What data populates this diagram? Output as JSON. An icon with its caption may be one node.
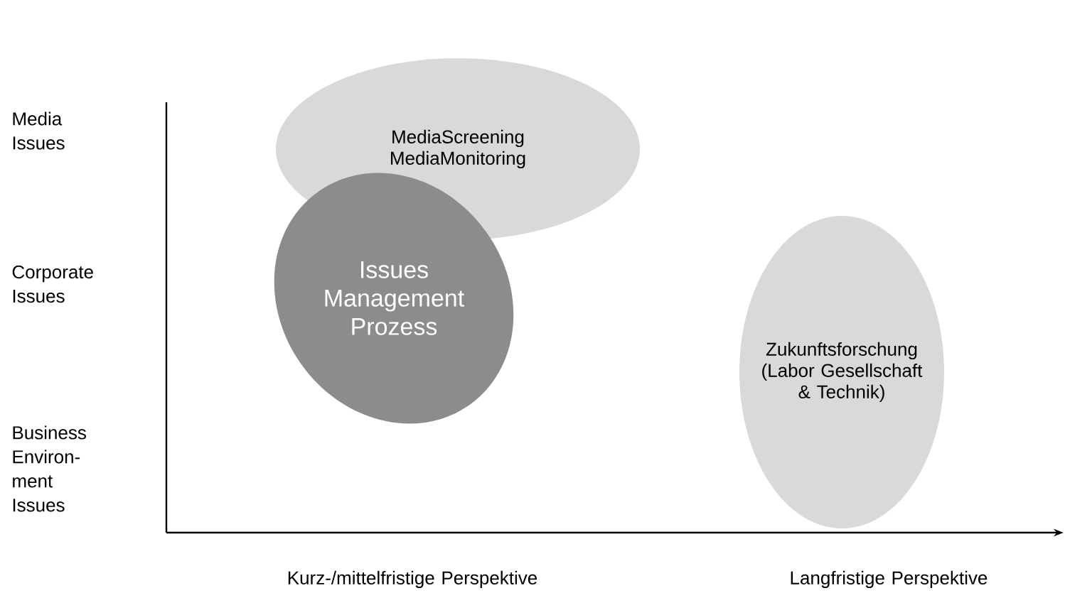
{
  "diagram": {
    "nodes": [
      {
        "text": [
          "MediaScreening",
          "MediaMonitoring"
        ]
      },
      {
        "text": [
          "Issues Management Prozess"
        ]
      },
      {
        "text": [
          "Zukunftsforschung (Labor Gesellschaft & Technik)"
        ]
      }
    ],
    "labels": [
      "Media Issues",
      "Corporate Issues",
      "Business Environ-ment Issues",
      "Kurz-/mittelfristige Perspektive",
      "Langfristige Perspektive"
    ]
  }
}
